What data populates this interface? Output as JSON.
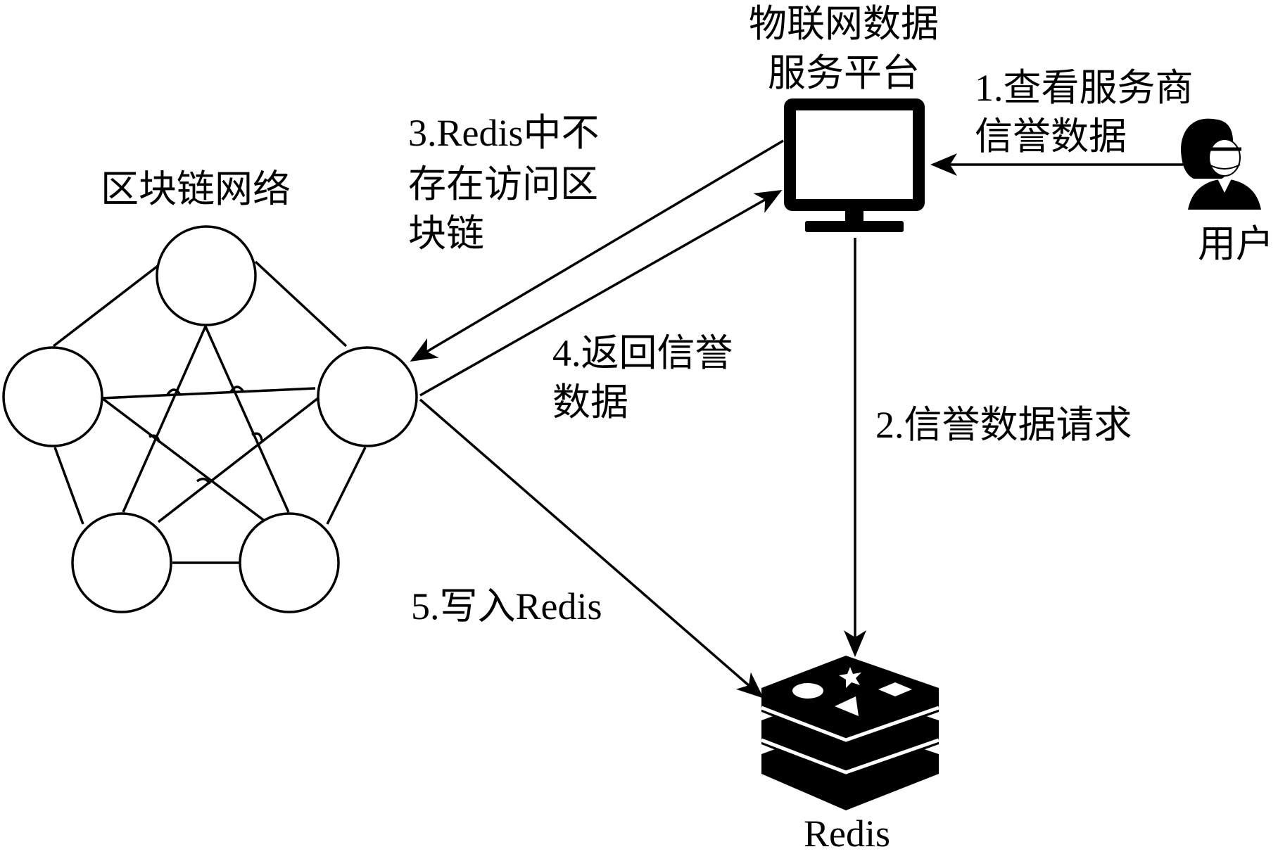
{
  "blockchain": {
    "title": "区块链网络"
  },
  "platform": {
    "title_line1": "物联网数据",
    "title_line2": "服务平台"
  },
  "user": {
    "label": "用户"
  },
  "redis": {
    "label": "Redis"
  },
  "steps": {
    "step1_line1": "1.查看服务商",
    "step1_line2": "信誉数据",
    "step2": "2.信誉数据请求",
    "step3_line1": "3.Redis中不",
    "step3_line2": "存在访问区",
    "step3_line3": "块链",
    "step4_line1": "4.返回信誉",
    "step4_line2": "数据",
    "step5": "5.写入Redis"
  },
  "icons": {
    "platform": "monitor-icon",
    "user": "user-avatar-icon",
    "redis": "redis-logo-icon"
  },
  "colors": {
    "ink": "#000000",
    "background": "#ffffff"
  }
}
